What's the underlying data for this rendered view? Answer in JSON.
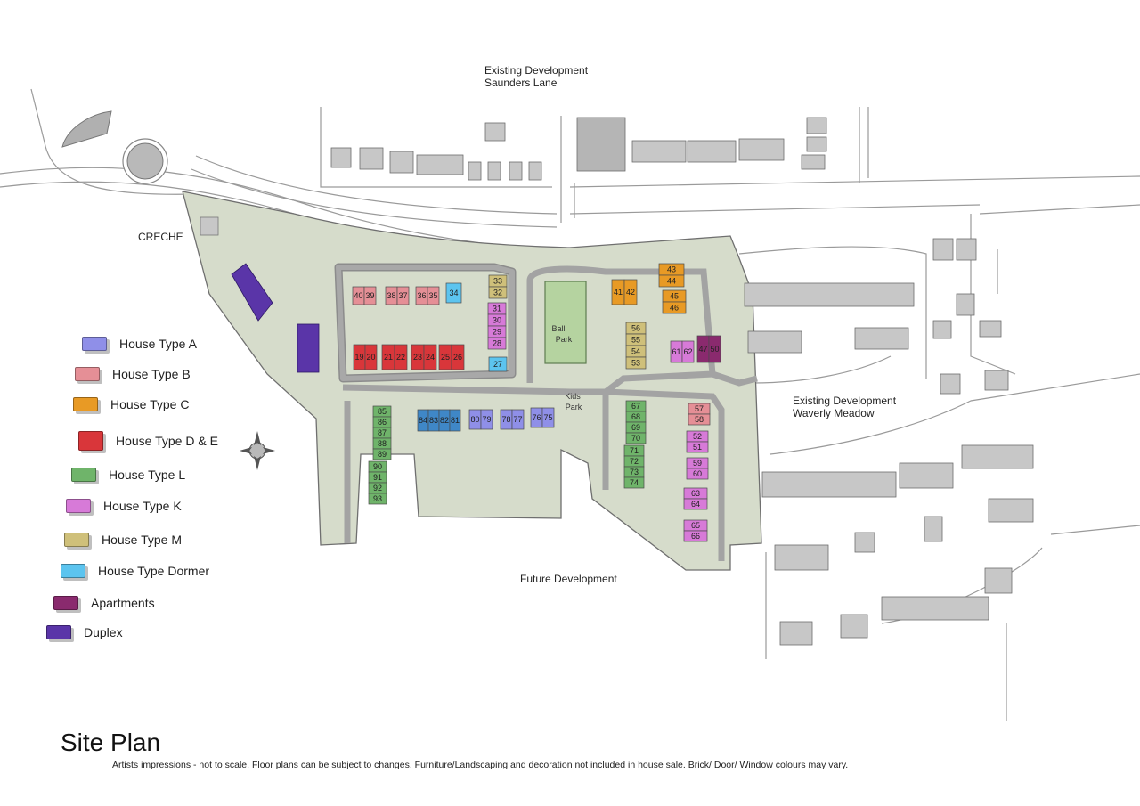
{
  "labels": {
    "existing_top_1": "Existing Development",
    "existing_top_2": "Saunders Lane",
    "creche": "CRECHE",
    "existing_right_1": "Existing Development",
    "existing_right_2": "Waverly Meadow",
    "future": "Future Development",
    "ball_park": [
      "Ball",
      "Park"
    ],
    "kids_park": [
      "Kids",
      "Park"
    ]
  },
  "legend": [
    {
      "label": "House Type A",
      "color": "#8f8fe8"
    },
    {
      "label": "House Type B",
      "color": "#e58f96"
    },
    {
      "label": "House Type C",
      "color": "#e89a25"
    },
    {
      "label": "House Type D & E",
      "color": "#d9363a"
    },
    {
      "label": "House Type L",
      "color": "#6fb46a"
    },
    {
      "label": "House Type K",
      "color": "#d77ad8"
    },
    {
      "label": "House Type M",
      "color": "#cfc07a"
    },
    {
      "label": "House Type Dormer",
      "color": "#5cc4ef"
    },
    {
      "label": "Apartments",
      "color": "#8a2a6e"
    },
    {
      "label": "Duplex",
      "color": "#5a35a8"
    }
  ],
  "footer": {
    "title": "Site Plan",
    "disclaimer": "Artists impressions - not to scale. Floor plans can be subject to changes. Furniture/Landscaping and decoration not included in house sale. Brick/ Door/ Window colours may vary."
  },
  "plots": {
    "B": [
      "40",
      "39",
      "38",
      "37",
      "36",
      "35",
      "57",
      "58"
    ],
    "Dormer": [
      "34",
      "27"
    ],
    "M": [
      "33",
      "32",
      "56",
      "55",
      "54",
      "53"
    ],
    "K": [
      "31",
      "30",
      "29",
      "28",
      "52",
      "51",
      "59",
      "60",
      "61",
      "62",
      "63",
      "64",
      "65",
      "66"
    ],
    "C": [
      "41",
      "42",
      "43",
      "44",
      "45",
      "46"
    ],
    "Apartments": [
      "47",
      "50"
    ],
    "DE": [
      "19",
      "20",
      "21",
      "22",
      "23",
      "24",
      "25",
      "26"
    ],
    "L": [
      "85",
      "86",
      "87",
      "88",
      "89",
      "90",
      "91",
      "92",
      "93",
      "67",
      "68",
      "69",
      "70",
      "71",
      "72",
      "73",
      "74"
    ],
    "A_blue": [
      "84",
      "83",
      "82",
      "81"
    ],
    "A": [
      "80",
      "79",
      "78",
      "77",
      "76",
      "75"
    ]
  }
}
